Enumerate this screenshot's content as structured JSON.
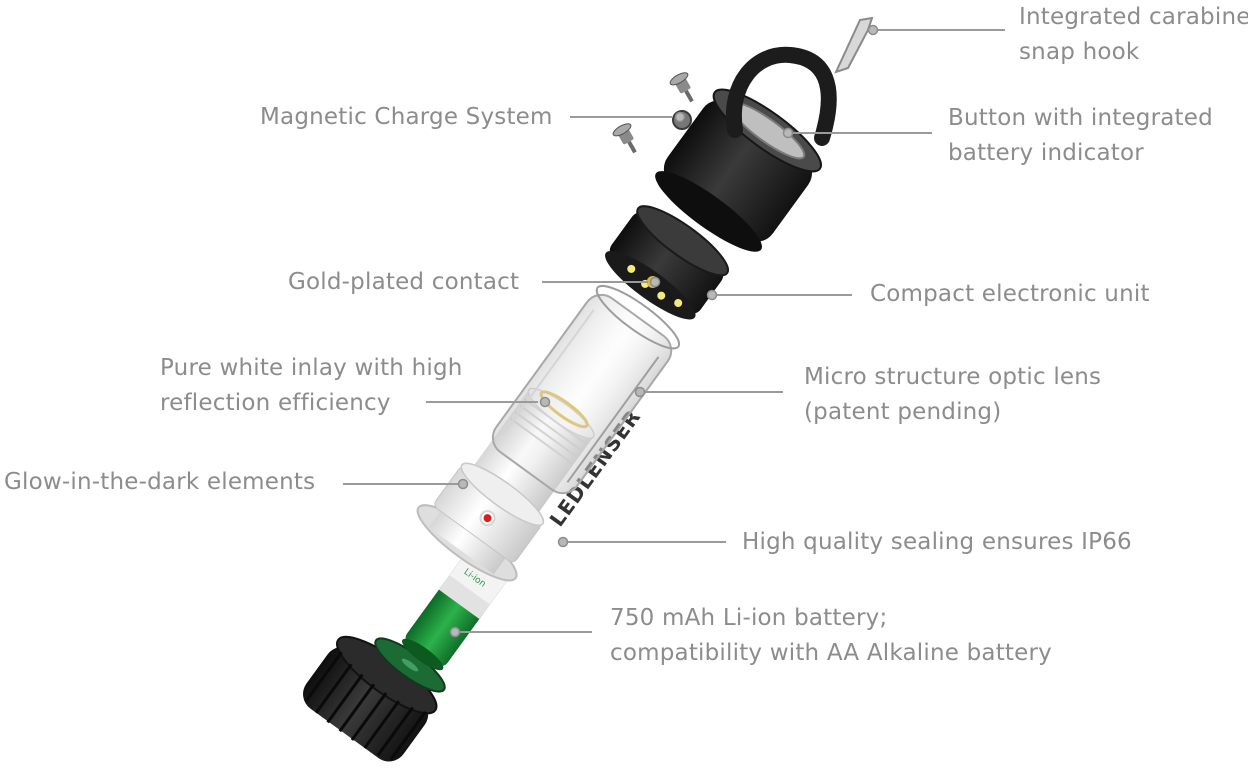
{
  "brand": "LEDLENSER",
  "callouts": [
    {
      "id": "carabiner",
      "lines": [
        "Integrated carabine",
        "snap hook"
      ]
    },
    {
      "id": "magnetic",
      "lines": [
        "Magnetic Charge System"
      ]
    },
    {
      "id": "button",
      "lines": [
        "Button with integrated",
        "battery indicator"
      ]
    },
    {
      "id": "gold",
      "lines": [
        "Gold-plated contact"
      ]
    },
    {
      "id": "electronic",
      "lines": [
        "Compact electronic unit"
      ]
    },
    {
      "id": "inlay",
      "lines": [
        "Pure white inlay with high",
        "reflection efficiency"
      ]
    },
    {
      "id": "optic",
      "lines": [
        "Micro structure optic lens",
        "(patent pending)"
      ]
    },
    {
      "id": "glow",
      "lines": [
        "Glow-in-the-dark elements"
      ]
    },
    {
      "id": "sealing",
      "lines": [
        "High quality sealing ensures IP66"
      ]
    },
    {
      "id": "battery",
      "lines": [
        "750 mAh Li-ion battery;",
        "compatibility with AA Alkaline battery"
      ]
    }
  ],
  "colors": {
    "label_text": "#8c8c8c",
    "leader_line": "#9a9a9a",
    "housing_black": "#1e1e1e",
    "body_white": "#f2f2f2",
    "battery_green": "#1f9a3c",
    "gold": "#d8b64a",
    "brand_red": "#d42020"
  }
}
